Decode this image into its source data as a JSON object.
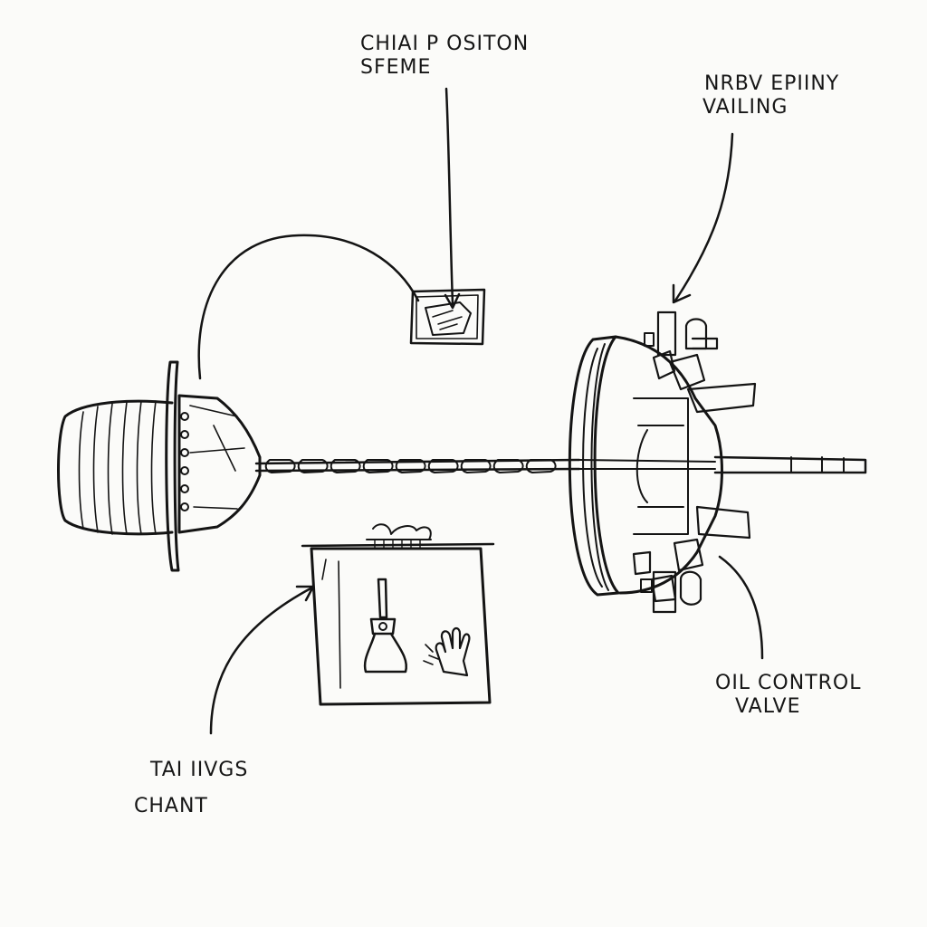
{
  "labels": {
    "chain_position_sensor": {
      "line1": "CHIAI P OSITON",
      "line2": "SFEME"
    },
    "variable_valve": {
      "line1": "NRBV EPIINY",
      "line2": "VAILING"
    },
    "oil_control_valve": {
      "line1": "OIL CONTROL",
      "line2": "VALVE"
    },
    "timing_chain": {
      "line1": "TAI IIVGS",
      "line2": "CHANT"
    }
  },
  "colors": {
    "ink": "#141414",
    "paper": "#fbfbf9",
    "light_fill": "#f2f2ef"
  },
  "icons": [
    "crank-sprocket-icon",
    "cam-phaser-icon",
    "chain-icon",
    "sensor-box-icon",
    "tool-panel-icon",
    "hand-icon",
    "wrench-icon"
  ]
}
